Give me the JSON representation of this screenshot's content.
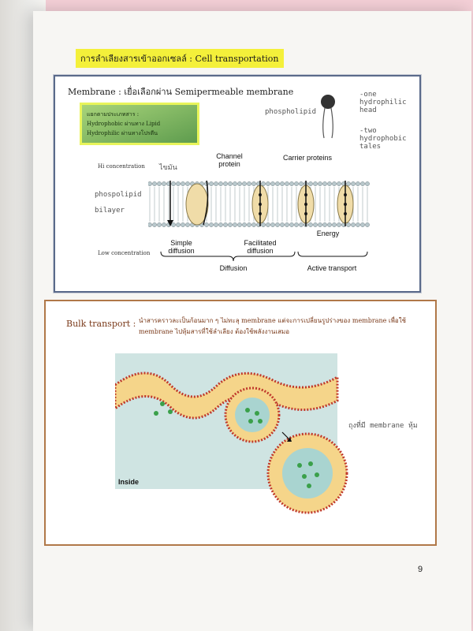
{
  "header": {
    "title": "การลำเลียงสารเข้าออกเซลล์ : Cell transportation"
  },
  "section1": {
    "title": "Membrane : เยื่อเลือกผ่าน Semipermeable membrane",
    "green_box": [
      "แยกตามประเภทสาร :",
      "Hydrophobic ผ่านทาง Lipid",
      "Hydrophilic ผ่านทางโปรตีน"
    ],
    "notes": {
      "phospholipid": "phospholipid",
      "head": "-one hydrophilic head",
      "tails": "-two hydrophobic tales",
      "bilayer": "phospolipid bilayer",
      "water": "ไขมัน"
    },
    "labels": {
      "hi": "Hi concentration",
      "low": "Low concentration",
      "channel": "Channel protein",
      "carrier": "Carrier proteins",
      "simple": "Simple diffusion",
      "facilitated": "Facilitated diffusion",
      "energy": "Energy",
      "diffusion": "Diffusion",
      "active": "Active transport"
    }
  },
  "section2": {
    "title": "Bulk transport :",
    "description": "นำสารคราวละเป็นก้อนมาก ๆ ไม่ทะลุ membrane แต่จะการเปลี่ยนรูปร่างของ membrane เพื่อใช้ membrane ไปหุ้มสารที่ใช้ลำเลียง ต้องใช้พลังงานเสมอ",
    "inside": "Inside",
    "note": "ถุงที่มี membrane หุ้ม"
  },
  "page_number": "9",
  "colors": {
    "highlight": "#f4f03a",
    "box1_border": "#5a6a8a",
    "box2_border": "#b07848",
    "lipid_head": "#c0392b",
    "lipid_tail": "#f1c04a",
    "vesicle_fill": "#a9d4d0",
    "cargo": "#3aa04a"
  }
}
